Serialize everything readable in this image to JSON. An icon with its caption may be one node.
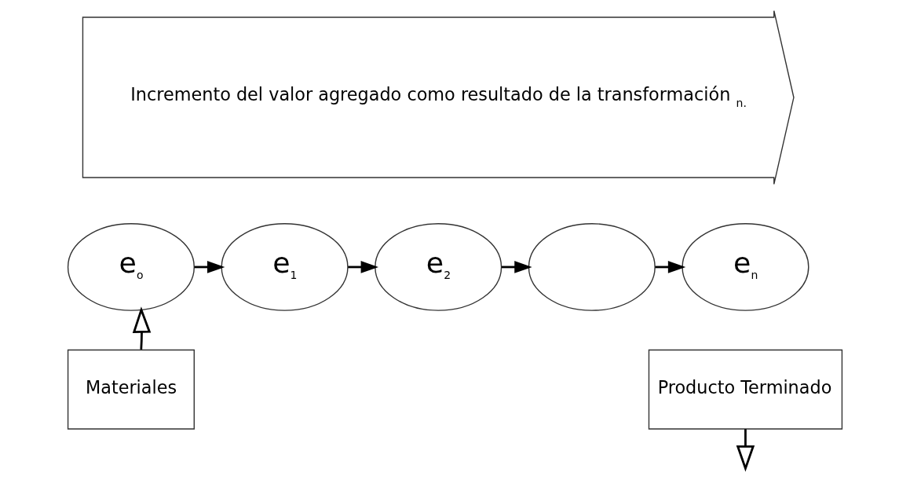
{
  "diagram": {
    "nodes": [
      {
        "text": [
          "Incremento del valor agregado como resultado de la transformación$_{n.}$"
        ]
      },
      {
        "text": [
          "e$_{o}$"
        ]
      },
      {
        "text": [
          "e$_{1}$"
        ]
      },
      {
        "text": [
          "e$_{2}$"
        ]
      },
      {
        "text": [],
        "shape": "circle"
      },
      {
        "text": [
          "e$_{n}$"
        ]
      },
      {
        "text": [
          "Materiales"
        ]
      },
      {
        "text": [
          "Producto Terminado"
        ]
      }
    ],
    "edges": [
      {
        "from": 1,
        "to": 2,
        "arrow": "to"
      },
      {
        "from": 2,
        "to": 3,
        "arrow": "to"
      },
      {
        "from": 3,
        "to": 4,
        "arrow": "to"
      },
      {
        "from": 4,
        "to": 5,
        "arrow": "to"
      },
      {
        "from": 6,
        "to": 1,
        "arrow": "to"
      },
      {
        "from": 7,
        "to": null,
        "arrow": "to"
      }
    ]
  }
}
